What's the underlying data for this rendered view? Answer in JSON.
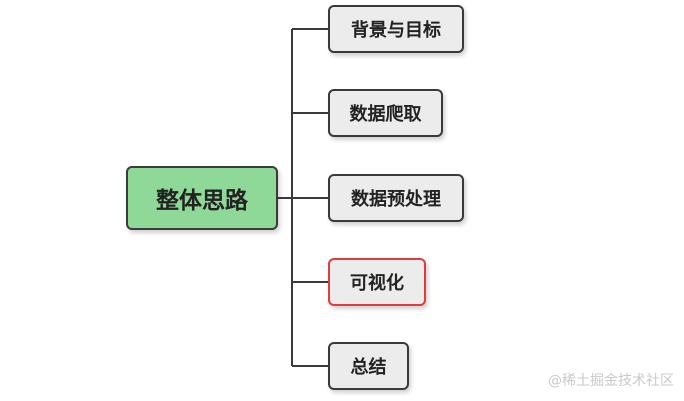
{
  "diagram": {
    "root": {
      "label": "整体思路"
    },
    "children": [
      {
        "label": "背景与目标"
      },
      {
        "label": "数据爬取"
      },
      {
        "label": "数据预处理"
      },
      {
        "label": "可视化",
        "highlighted": true
      },
      {
        "label": "总结"
      }
    ],
    "colors": {
      "root_fill": "#8ed998",
      "node_fill": "#ececec",
      "node_border": "#3a3a3a",
      "highlight_border": "#e23b3b",
      "connector": "#3a3a3a"
    }
  },
  "watermark": "@稀土掘金技术社区"
}
